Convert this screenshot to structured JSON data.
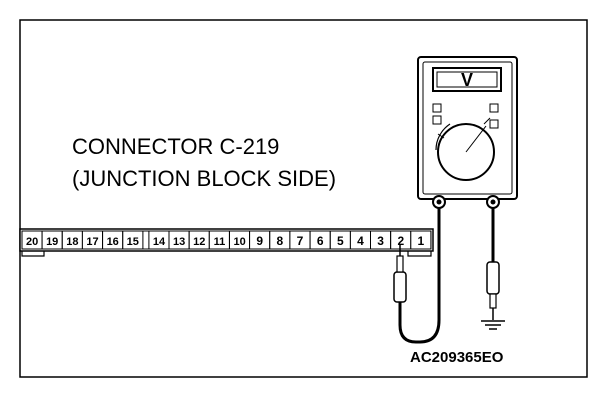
{
  "connector": {
    "title": "CONNECTOR C-219",
    "subtitle": "(JUNCTION BLOCK SIDE)",
    "pins": [
      "20",
      "19",
      "18",
      "17",
      "16",
      "15",
      "14",
      "13",
      "12",
      "11",
      "10",
      "9",
      "8",
      "7",
      "6",
      "5",
      "4",
      "3",
      "2",
      "1"
    ]
  },
  "meter": {
    "display_symbol": "V"
  },
  "figure_id": "AC209365EO",
  "icons": [
    "ground-symbol-icon",
    "voltmeter-icon",
    "probe-icon"
  ]
}
